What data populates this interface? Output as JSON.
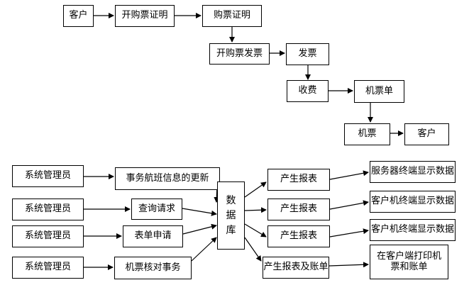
{
  "flow_top": {
    "customer": "客户",
    "issue_purchase_proof": "开购票证明",
    "purchase_proof": "购票证明",
    "issue_invoice": "开购票发票",
    "invoice": "发票",
    "charge": "收费",
    "ticket_order": "机票单",
    "ticket": "机票",
    "customer_end": "客户"
  },
  "flow_bottom": {
    "admin_1": "系统管理员",
    "admin_2": "系统管理员",
    "admin_3": "系统管理员",
    "admin_4": "系统管理员",
    "flight_update": "事务航班信息的更新",
    "query_request": "查询请求",
    "form_request": "表单申请",
    "ticket_check": "机票核对事务",
    "database_chars": [
      "数",
      "据",
      "库"
    ],
    "report_1": "产生报表",
    "report_2": "产生报表",
    "report_3": "产生报表",
    "report_bill": "产生报表及账单",
    "server_display": "服务器终端显示数据",
    "client_display_1": "客户机终端显示数据",
    "client_display_2": "客户机终端显示数据",
    "client_print": "在客户端打印机票和账单"
  }
}
